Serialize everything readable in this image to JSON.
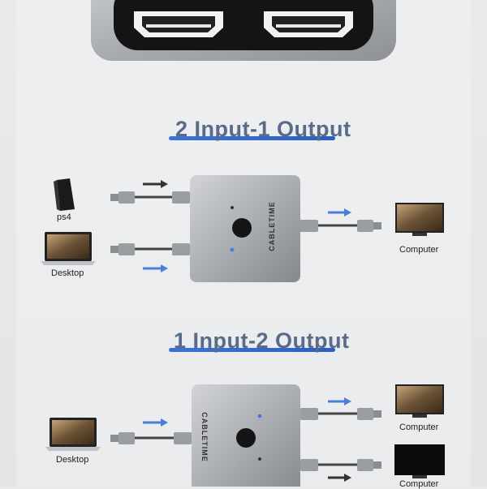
{
  "section1": {
    "title": "2 Input-1 Output"
  },
  "section2": {
    "title": "1 Input-2 Output"
  },
  "labels": {
    "ps4": "ps4",
    "desktop_top": "Desktop",
    "computer_top": "Computer",
    "desktop_bottom": "Desktop",
    "computer_bottom1": "Computer",
    "computer_bottom2": "Computer"
  },
  "brand": "CABLETIME",
  "colors": {
    "title": "#5a6b8a",
    "accent_bar": "#4a7fd8",
    "arrow_blue": "#4a7fd8",
    "arrow_dark": "#333333",
    "switch_body": "#a6a9ad"
  },
  "icons": [
    "hdmi-port-icon",
    "ps4-console-icon",
    "laptop-icon",
    "monitor-icon",
    "arrow-right-icon",
    "hdmi-connector-icon"
  ]
}
